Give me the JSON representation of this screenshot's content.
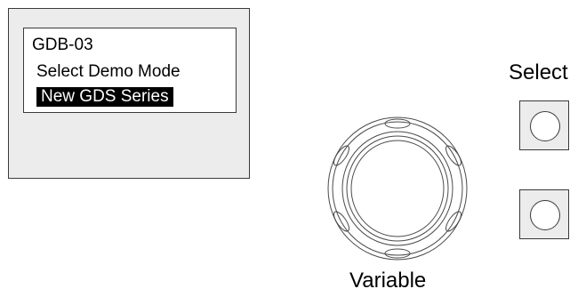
{
  "display": {
    "line1": "GDB-03",
    "line2": "Select Demo Mode",
    "line3_highlighted": "New GDS Series"
  },
  "controls": {
    "select_label": "Select",
    "variable_label": "Variable"
  },
  "icons": {
    "knob": "rotary-knob-icon"
  },
  "colors": {
    "panel": "#ececec",
    "outline": "#3a3a3a",
    "highlight_bg": "#000000",
    "highlight_text": "#ffffff"
  }
}
